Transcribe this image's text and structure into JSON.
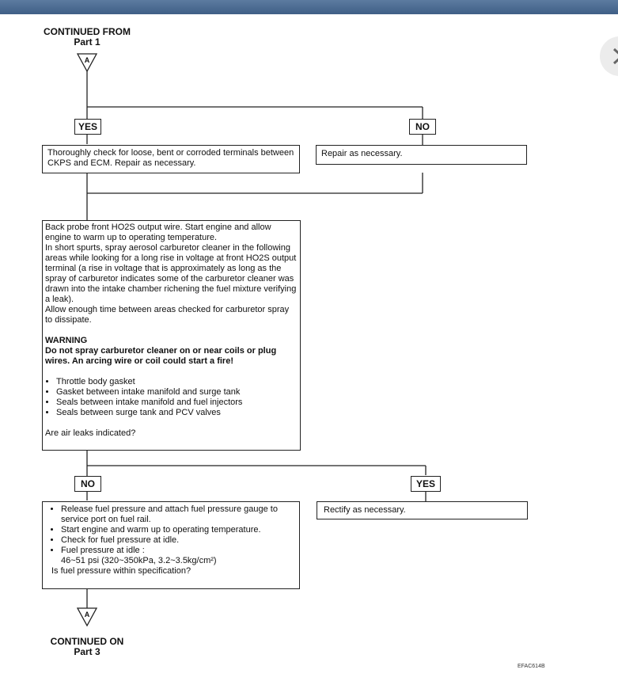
{
  "header": {
    "continued_from_line1": "CONTINUED FROM",
    "continued_from_line2": "Part 1",
    "connector_top": "A"
  },
  "decision1": {
    "yes": "YES",
    "no": "NO",
    "yes_action": "Thoroughly check for loose, bent or corroded terminals between CKPS and ECM. Repair as necessary.",
    "no_action": "Repair as necessary."
  },
  "test_box": {
    "intro": "Back probe front HO2S output wire. Start engine and allow engine to warm up to operating temperature.",
    "procedure": "In short spurts, spray aerosol carburetor cleaner in the following areas while looking for a long rise in voltage at front HO2S output terminal (a rise in voltage that is approximately as long as the spray of carburetor indicates some of the carburetor cleaner was drawn into the intake chamber richening the fuel mixture verifying a leak).",
    "allow": "Allow enough time between areas checked for carburetor spray to dissipate.",
    "warning_title": "WARNING",
    "warning_text": "Do not spray carburetor cleaner on or near coils or plug wires. An arcing wire or coil could start a fire!",
    "areas": [
      "Throttle body gasket",
      "Gasket between intake manifold and surge tank",
      "Seals between intake manifold and fuel injectors",
      "Seals between surge tank and PCV valves"
    ],
    "question": "Are air leaks indicated?"
  },
  "decision2": {
    "no": "NO",
    "yes": "YES",
    "yes_action": "Rectify as necessary.",
    "no_steps": [
      "Release fuel pressure and attach fuel pressure gauge to service port on fuel rail.",
      "Start engine and warm up to operating temperature.",
      "Check for fuel pressure at idle.",
      "Fuel pressure at idle :"
    ],
    "pressure_spec": "46~51 psi (320~350kPa, 3.2~3.5kg/cm²)",
    "question": "Is fuel pressure within specification?"
  },
  "footer": {
    "connector_bottom": "A",
    "continued_on_line1": "CONTINUED ON",
    "continued_on_line2": "Part 3",
    "figure_code": "EFAC614B"
  }
}
